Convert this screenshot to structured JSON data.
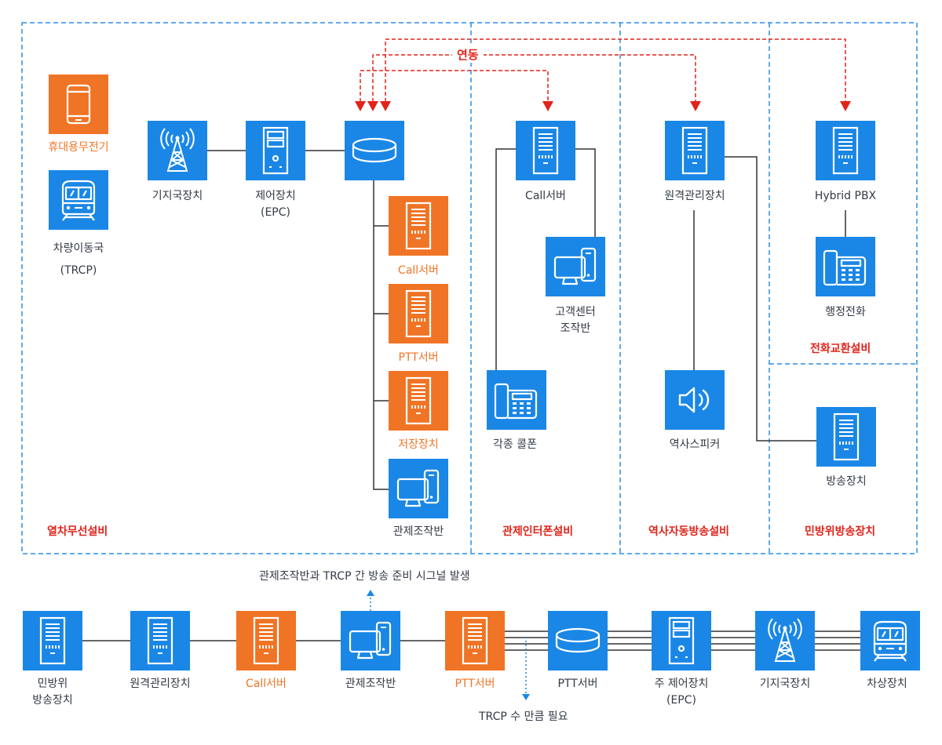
{
  "sections": {
    "train_radio": "열차무선설비",
    "intercom": "관제인터폰설비",
    "station_broadcast": "역사자동방송설비",
    "civil_defense": "민방위방송장치",
    "phone_exchange": "전화교환설비"
  },
  "linkage_label": "연동",
  "top": {
    "mobile_phone": "휴대용무전기",
    "train_station": "차량이동국\n(TRCP)",
    "base_station": "기지국장치",
    "epc": "제어장치\n(EPC)",
    "call_server": "Call서버",
    "ptt_server": "PTT서버",
    "storage": "저장장치",
    "control_console": "관제조작반",
    "intercom_call_server": "Call서버",
    "customer_center_console": "고객센터\n조작반",
    "various_phones": "각종 콜폰",
    "remote_control": "원격관리장치",
    "station_speaker": "역사스피커",
    "hybrid_pbx": "Hybrid  PBX",
    "admin_phone": "행정전화",
    "broadcast_device": "방송장치"
  },
  "bottom": {
    "note_top": "관제조작반과 TRCP 간 방송 준비 시그널 발생",
    "note_bottom": "TRCP 수 만큼 필요",
    "items": [
      "민방위\n방송장치",
      "원격관리장치",
      "Call서버",
      "관제조작반",
      "PTT서버",
      "PTT서버",
      "주 제어장치\n(EPC)",
      "기지국장치",
      "차상장치"
    ]
  },
  "colors": {
    "blue": "#1a87e6",
    "orange": "#f07425",
    "red": "#e0241b",
    "dashed_border": "#2a8ee6"
  },
  "icons": {
    "tablet": "tablet-icon",
    "train": "train-icon",
    "antenna": "antenna-tower-icon",
    "pc_tower": "pc-tower-icon",
    "database": "database-disk-icon",
    "server": "server-rack-icon",
    "monitor": "monitor-device-icon",
    "desk_phone": "desk-phone-icon",
    "speaker": "speaker-icon"
  }
}
